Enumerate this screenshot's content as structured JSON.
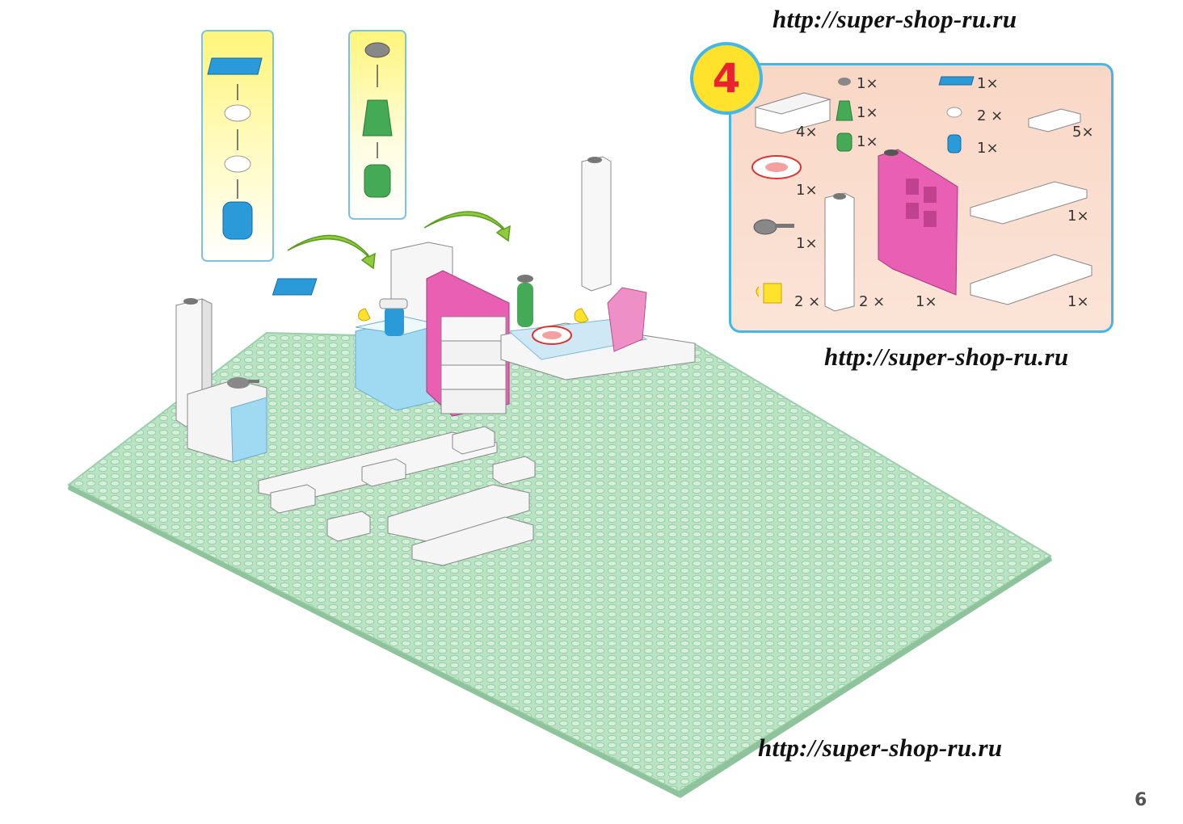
{
  "watermarks": {
    "top": "http://super-shop-ru.ru",
    "middle": "http://super-shop-ru.ru",
    "bottom": "http://super-shop-ru.ru"
  },
  "page_number": "6",
  "step": {
    "number": "4",
    "parts": [
      {
        "icon": "white-brick-1x4-icon",
        "qty": "4×"
      },
      {
        "icon": "grey-round-plate-icon",
        "qty": "1×"
      },
      {
        "icon": "green-cone-icon",
        "qty": "1×"
      },
      {
        "icon": "green-round-brick-icon",
        "qty": "1×"
      },
      {
        "icon": "blue-grille-tile-icon",
        "qty": "1×"
      },
      {
        "icon": "white-round-plate-icon",
        "qty": "2 ×"
      },
      {
        "icon": "blue-round-brick-icon",
        "qty": "1×"
      },
      {
        "icon": "white-plate-1x3-icon",
        "qty": "5×"
      },
      {
        "icon": "pizza-tile-icon",
        "qty": "1×"
      },
      {
        "icon": "grey-pan-icon",
        "qty": "1×"
      },
      {
        "icon": "white-pillar-icon",
        "qty": "2 ×"
      },
      {
        "icon": "pink-door-icon",
        "qty": "1×"
      },
      {
        "icon": "white-plate-1x6-icon",
        "qty": "1×"
      },
      {
        "icon": "white-plate-2x6-icon",
        "qty": "1×"
      },
      {
        "icon": "yellow-cup-icon",
        "qty": "2 ×"
      }
    ]
  },
  "colors": {
    "baseplate": "#b9e3c3",
    "panel_border": "#44b7e6",
    "panel_fill": "#f9d7c6",
    "badge_fill": "#ffe22c",
    "badge_text": "#e8232f",
    "callout_fill": "#fff57a",
    "arrow_green": "#8fcb3c",
    "door_pink": "#e85fb4",
    "water_blue": "#9fd9f2"
  }
}
